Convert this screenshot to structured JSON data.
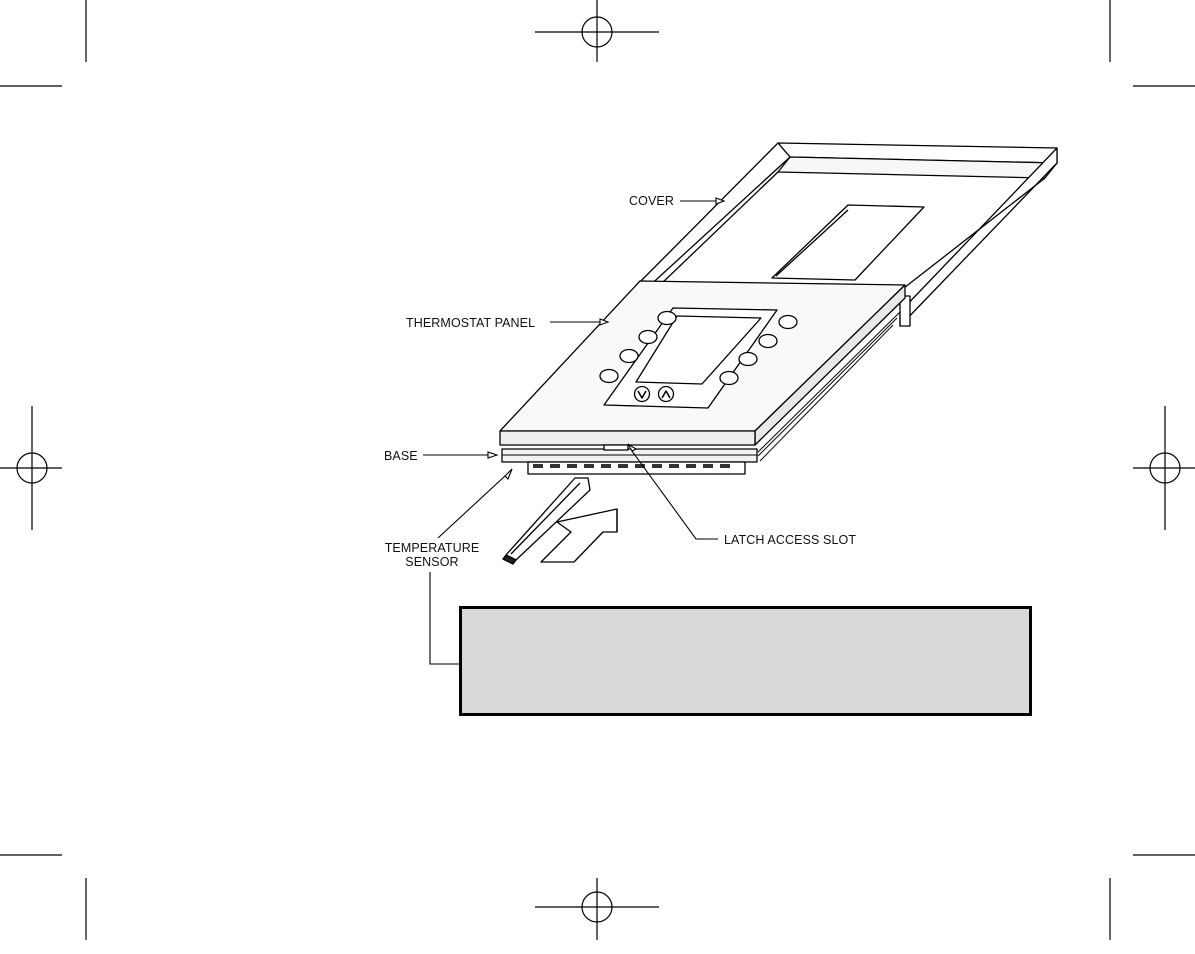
{
  "diagram": {
    "labels": {
      "cover": "COVER",
      "thermostat_panel": "THERMOSTAT PANEL",
      "base": "BASE",
      "temperature_sensor_line1": "TEMPERATURE",
      "temperature_sensor_line2": "SENSOR",
      "latch_access_slot": "LATCH ACCESS SLOT"
    },
    "callout_box": {
      "fill": "#d9d9d9",
      "border": "#000000"
    }
  }
}
